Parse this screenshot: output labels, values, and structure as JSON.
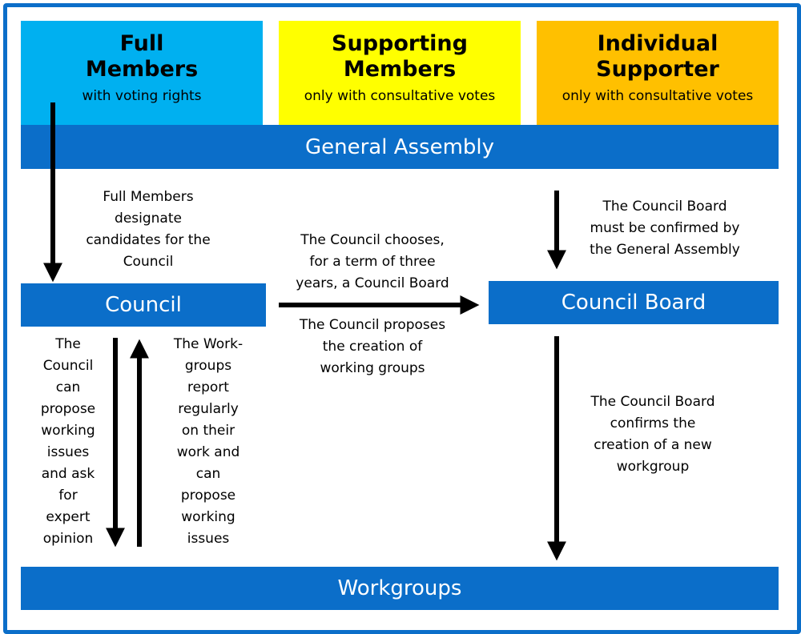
{
  "member_types": {
    "full": {
      "title_line1": "Full",
      "title_line2": "Members",
      "subtitle": "with voting rights",
      "color": "#00b0f0"
    },
    "supporting": {
      "title_line1": "Supporting",
      "title_line2": "Members",
      "subtitle": "only with consultative votes",
      "color": "#ffff00"
    },
    "individual": {
      "title_line1": "Individual",
      "title_line2": "Supporter",
      "subtitle": "only with consultative votes",
      "color": "#ffc000"
    }
  },
  "bodies": {
    "general_assembly": "General Assembly",
    "council": "Council",
    "council_board": "Council Board",
    "workgroups": "Workgroups"
  },
  "annotations": {
    "full_members_designate": [
      "Full Members",
      "designate",
      "candidates for the",
      "Council"
    ],
    "board_confirmed": [
      "The Council Board",
      "must be confirmed by",
      "the General Assembly"
    ],
    "council_chooses": [
      "The Council chooses,",
      "for a term of three",
      "years, a Council Board"
    ],
    "council_proposes": [
      "The Council proposes",
      "the creation of",
      "working groups"
    ],
    "council_can_propose": [
      "The",
      "Council",
      "can",
      "propose",
      "working",
      "issues",
      "and ask",
      "for",
      "expert",
      "opinion"
    ],
    "workgroups_report": [
      "The Work-",
      "groups",
      "report",
      "regularly",
      "on their",
      "work and",
      "can",
      "propose",
      "working",
      "issues"
    ],
    "board_confirms": [
      "The Council Board",
      "confirms the",
      "creation of a new",
      "workgroup"
    ]
  },
  "colors": {
    "bar": "#0b6ec9",
    "frame": "#0b6ec9",
    "arrow": "#000000"
  }
}
